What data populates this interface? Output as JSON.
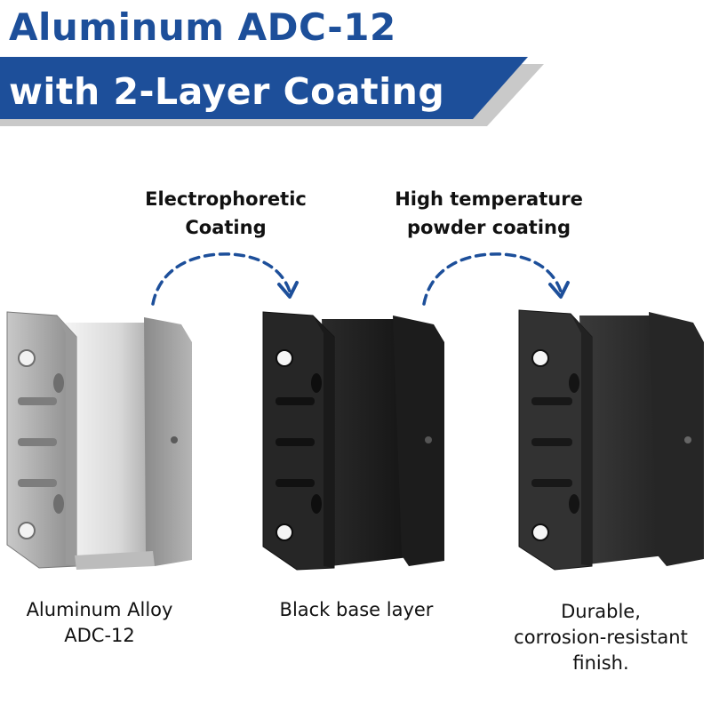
{
  "title": {
    "line1": "Aluminum ADC-12",
    "line2": "with 2-Layer Coating"
  },
  "colors": {
    "brand_blue": "#1d4f9a",
    "banner_shadow": "#c9c9c9",
    "arrow_blue": "#1d4f9a"
  },
  "steps": [
    {
      "line1": "Electrophoretic",
      "line2": "Coating"
    },
    {
      "line1": "High temperature",
      "line2": "powder coating"
    }
  ],
  "products": [
    {
      "icon": "silver-aluminum-bracket",
      "caption_line1": "Aluminum Alloy",
      "caption_line2": "ADC-12"
    },
    {
      "icon": "black-base-bracket",
      "caption_line1": "Black base layer",
      "caption_line2": ""
    },
    {
      "icon": "powder-coated-bracket",
      "caption_line1": "Durable,",
      "caption_line2": "corrosion-resistant",
      "caption_line3": "finish."
    }
  ]
}
